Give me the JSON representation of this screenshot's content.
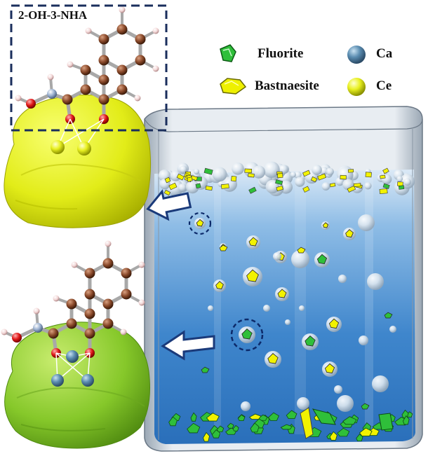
{
  "molecule_box": {
    "label": "2-OH-3-NHA"
  },
  "legend": {
    "items": [
      {
        "key": "fluorite",
        "label": "Fluorite",
        "icon": "green-crystal-icon",
        "color": "#2fbf3a"
      },
      {
        "key": "bastnaesite",
        "label": "Bastnaesite",
        "icon": "yellow-crystal-icon",
        "color": "#eef000"
      },
      {
        "key": "ca",
        "label": "Ca",
        "icon": "blue-sphere-icon",
        "color": "#4f7fa0"
      },
      {
        "key": "ce",
        "label": "Ce",
        "icon": "yellow-sphere-icon",
        "color": "#d8f020"
      }
    ]
  },
  "colors": {
    "carbon": "#8b4a2b",
    "oxygen": "#e01818",
    "nitrogen": "#9ab0d0",
    "hydrogen": "#f2dede",
    "bond": "#b5b5b5",
    "yellow_surface": "#e4ee1c",
    "green_surface": "#8ccd2e",
    "water_top": "#c8dcf0",
    "water_bottom": "#2a70c0",
    "arrow": "#1a3a7a"
  }
}
